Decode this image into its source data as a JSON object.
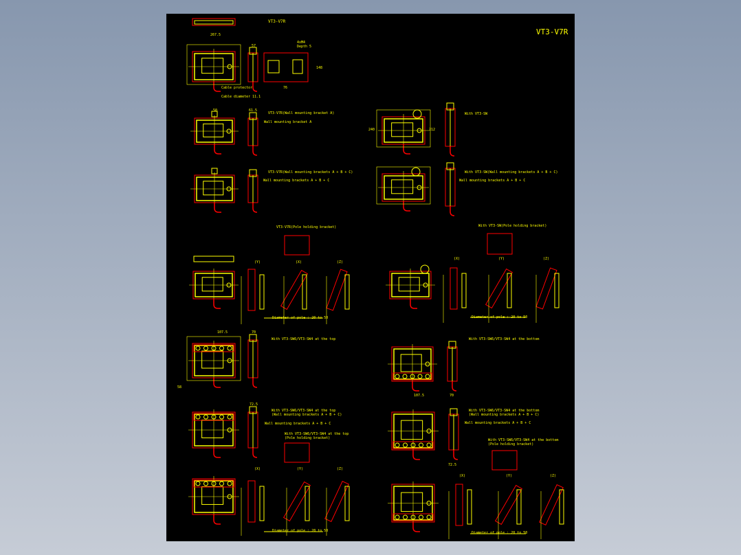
{
  "drawing": {
    "title": "VT3-V7R",
    "subtitle": "VT3-V7R",
    "colors": {
      "background": "#000000",
      "outline": "#ff0000",
      "detail": "#ffff00"
    },
    "labels": {
      "cable_protector": "Cable protector",
      "cable_diameter": "Cable diameter 11.1",
      "hole_spec": "4xM4",
      "hole_depth": "Depth 5",
      "wall_a_title": "VT3-V7R(Wall mounting bracket A)",
      "wall_a": "Wall mounting bracket A",
      "with_sw": "With VT3-SW",
      "wall_abc_title": "VT3-V7R(Wall mounting brackets A + B + C)",
      "wall_abc": "Wall mounting brackets A + B + C",
      "sw_wall_abc_title": "With VT3-SW(Wall mounting brackets A + B + C)",
      "sw_wall_abc": "Wall mounting brackets A + B + C",
      "pole_title": "VT3-V7R(Pole holding bracket)",
      "sw_pole_title": "With VT3-SW(Pole holding bracket)",
      "pole_diameter": "Diameter of pole : 20 to 50",
      "sw6_top": "With VT3-SW6/VT3-SW4 at the top",
      "sw6_bottom": "With VT3-SW6/VT3-SW4 at the bottom",
      "wall_abc_paren": "(Wall mounting brackets A + B + C)",
      "pole_paren": "(Pole holding bracket)",
      "view_x": "(X)",
      "view_y": "(Y)",
      "view_z": "(Z)"
    },
    "dimensions": {
      "width": "267.5",
      "depth": "57",
      "d76": "76",
      "h148": "148",
      "d50": "50",
      "d61": "61.5",
      "h240": "240",
      "h212": "212",
      "d107": "107.5",
      "d70": "70",
      "d72": "72.5",
      "d58": "58"
    }
  }
}
